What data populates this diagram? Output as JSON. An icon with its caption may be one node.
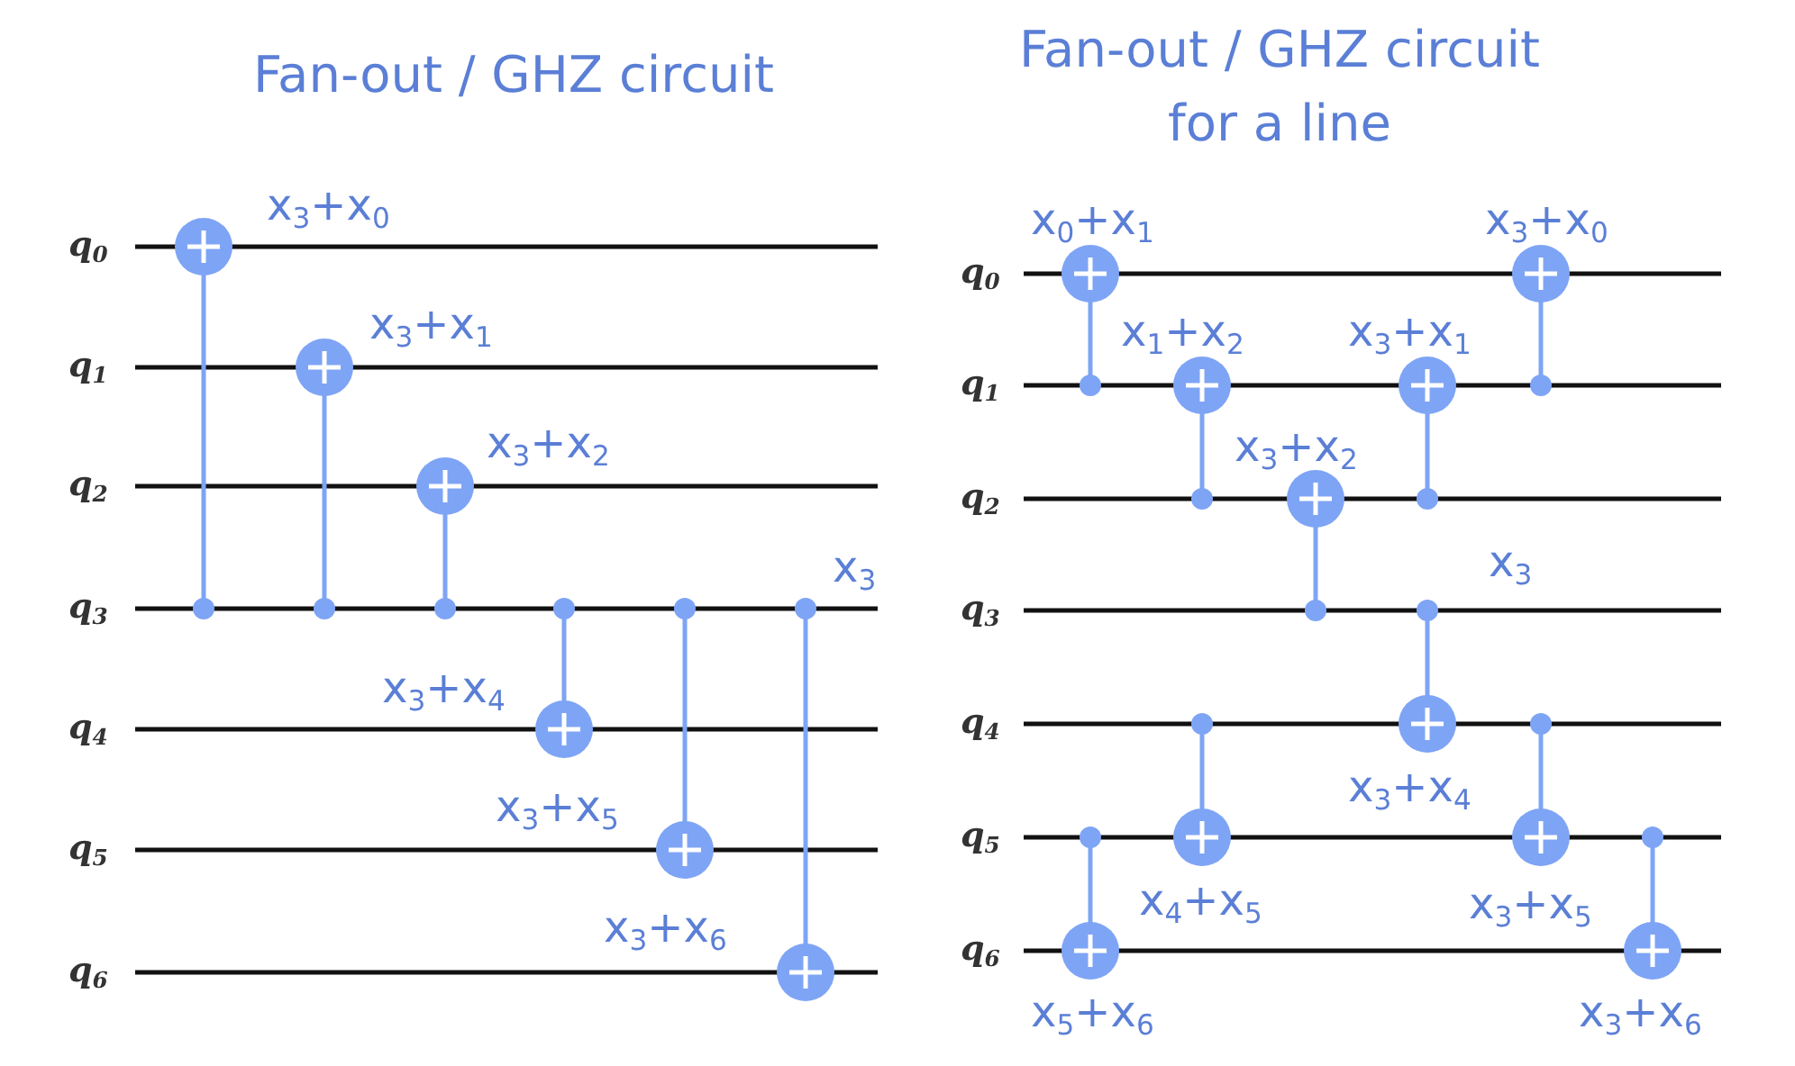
{
  "diagram": {
    "labels": [
      "Fan-out / GHZ circuit",
      "Fan-out / GHZ circuit for a line",
      "q$_{0}$",
      "q$_{1}$",
      "q$_{2}$",
      "q$_{3}$",
      "q$_{4}$",
      "q$_{5}$",
      "q$_{6}$",
      "x$_{3}$+x$_{0}$",
      "x$_{3}$+x$_{1}$",
      "x$_{3}$+x$_{2}$",
      "x$_{3}$",
      "x$_{3}$+x$_{4}$",
      "x$_{3}$+x$_{5}$",
      "x$_{3}$+x$_{6}$",
      "q$_{0}$",
      "q$_{1}$",
      "q$_{2}$",
      "q$_{3}$",
      "q$_{4}$",
      "q$_{5}$",
      "q$_{6}$",
      "x$_{0}$+x$_{1}$",
      "x$_{3}$+x$_{0}$",
      "x$_{1}$+x$_{2}$",
      "x$_{3}$+x$_{1}$",
      "x$_{3}$+x$_{2}$",
      "x$_{3}$",
      "x$_{3}$+x$_{4}$",
      "x$_{4}$+x$_{5}$",
      "x$_{3}$+x$_{5}$",
      "x$_{5}$+x$_{6}$",
      "x$_{3}$+x$_{6}$"
    ]
  }
}
